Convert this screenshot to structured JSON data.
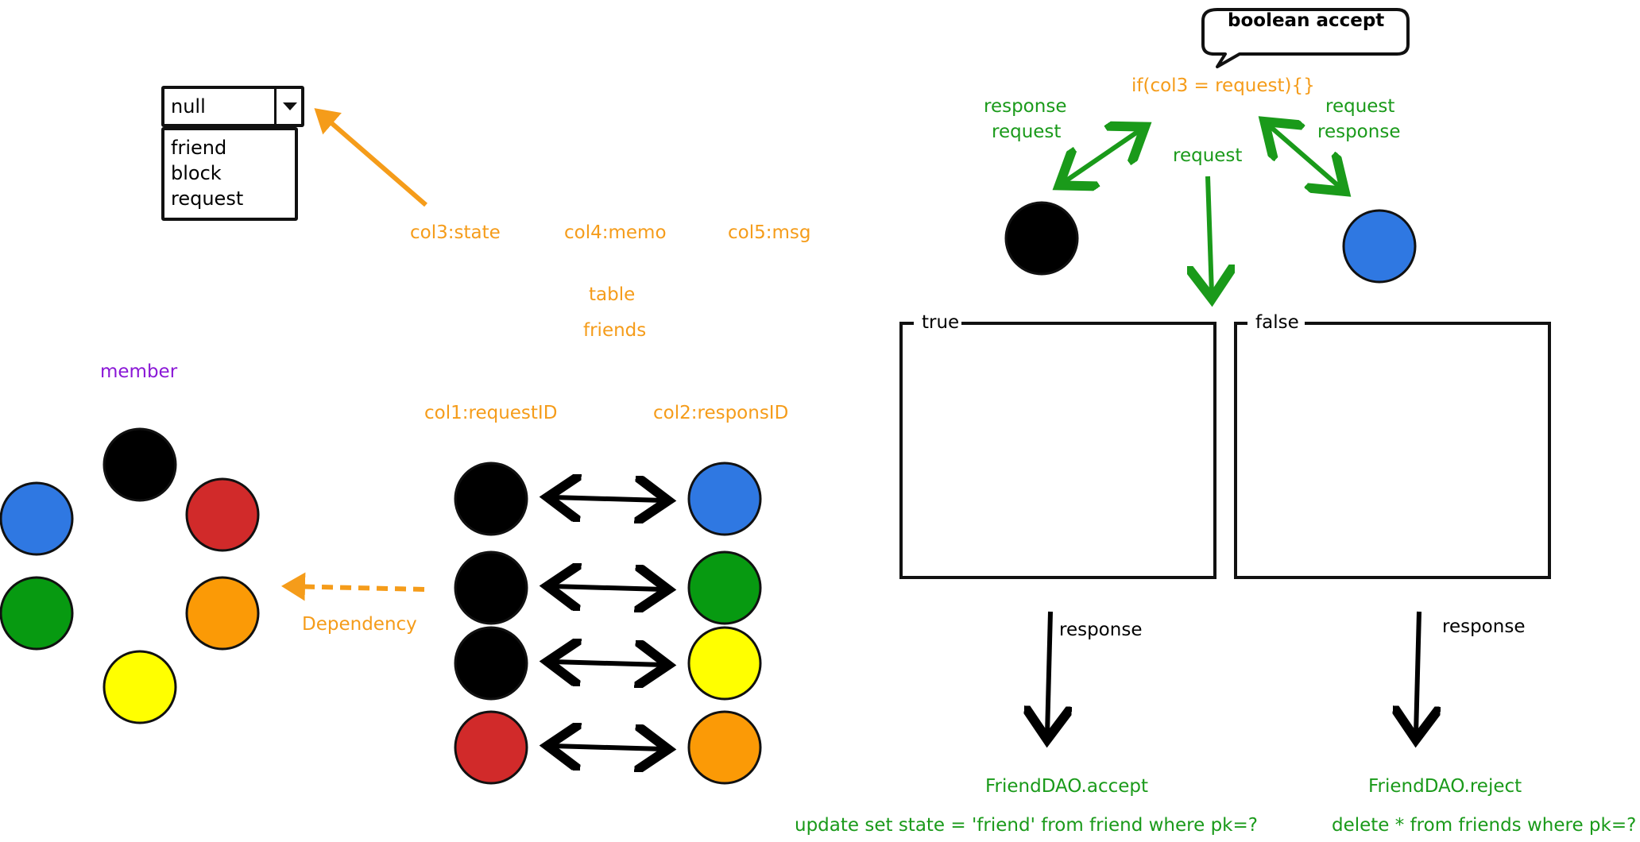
{
  "dropdown": {
    "value": "null",
    "options": [
      "friend",
      "block",
      "request"
    ]
  },
  "labels": {
    "col3": "col3:state",
    "col4": "col4:memo",
    "col5": "col5:msg",
    "table": "table",
    "friends": "friends",
    "col1": "col1:requestID",
    "col2": "col2:responsID",
    "member": "member",
    "dependency": "Dependency"
  },
  "flow": {
    "bubble": "boolean accept",
    "condition": "if(col3 = request){}",
    "left_line1": "response",
    "left_line2": "request",
    "right_line1": "request",
    "right_line2": "response",
    "center": "request",
    "true_title": "true",
    "false_title": "false",
    "response_left": "response",
    "response_right": "response",
    "accept_method": "FriendDAO.accept",
    "accept_sql": "update set state = 'friend' from friend where pk=?",
    "reject_method": "FriendDAO.reject",
    "reject_sql": "delete * from friends where pk=?"
  },
  "colors": {
    "black": "#000000",
    "blue": "#2f78e2",
    "red": "#d12a2a",
    "green": "#079a11",
    "orange": "#fb9a06",
    "yellow": "#ffff00",
    "label_orange": "#f59c1a",
    "label_green": "#1a9a1a",
    "label_purple": "#8a17d6"
  },
  "member_circles": [
    "black",
    "blue",
    "red",
    "green",
    "orange",
    "yellow"
  ],
  "friend_pairs": [
    {
      "request": "black",
      "response": "blue"
    },
    {
      "request": "black",
      "response": "green"
    },
    {
      "request": "black",
      "response": "yellow"
    },
    {
      "request": "red",
      "response": "orange"
    }
  ]
}
